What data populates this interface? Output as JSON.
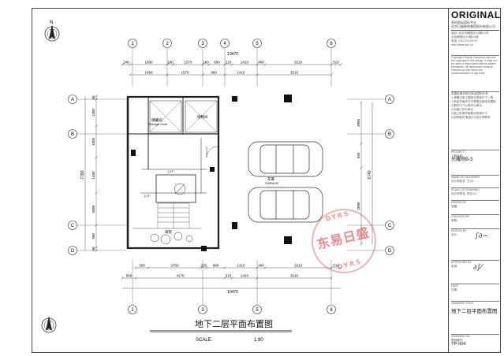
{
  "drawing": {
    "title": "地下二层平面布置图",
    "scale_label": "SCALE:",
    "scale_value": "1:90",
    "north_label": "N"
  },
  "axes": {
    "top_labels": [
      "1",
      "2",
      "3",
      "4",
      "5",
      "6"
    ],
    "bottom_labels": [
      "1",
      "3",
      "5",
      "6"
    ],
    "left_labels": [
      "A",
      "B",
      "C",
      "D"
    ],
    "right_labels": [
      "A",
      "B",
      "C",
      "D"
    ]
  },
  "dims": {
    "top_total": "10470",
    "top_row1": [
      "240",
      "1690",
      "180",
      "1570",
      "180",
      "890",
      "210",
      "1410",
      "400",
      "3210",
      "510"
    ],
    "top_row2": [
      "1690",
      "1570",
      "980",
      "1410",
      "3210"
    ],
    "bottom_row1": [
      "300",
      "2760",
      "230",
      "980",
      "1410",
      "400",
      "3210",
      "510"
    ],
    "bottom_row2": [
      "560",
      "4170",
      "210",
      "1410",
      "3210"
    ],
    "bottom_total": "10470",
    "left_col1": [
      "90",
      "1280",
      "1900",
      "1460",
      "2880",
      "900",
      "90"
    ],
    "left_total": "7780",
    "right_col1": [
      "3800",
      "940",
      "2880"
    ],
    "right_total": "6740"
  },
  "rooms": {
    "storage": "储藏间",
    "storage_en": "Storage room",
    "sundry": "杂物间",
    "garage": "车库",
    "garage_en": "GARAGE",
    "patio": "采院",
    "up1": "上1F",
    "up2": "上1F"
  },
  "title_block": {
    "logo": "ORIGINAL",
    "company_cn": "原创国际国际专业",
    "company_line": "北京日盛装饰集团股份有限公司",
    "address1": "地址: 北京市朝阳区XX路XX号",
    "address2": "北京朝阳区XX楼XX座",
    "tel": "电话: 010-XXXXXXX",
    "web": "http://www.xxx.cn",
    "notes_en": "Copyright:Original Overseas reserves the copyright of this design. It shall not be used or reproduced without written permission. All dimensions must be checked on site before the commencement of any work.",
    "notes_cn_title": "本图纸著作权归原创国际所有",
    "notes_items": [
      "1.请确认施工图纸与现场尺寸一致",
      "2.未经书面许可不得擅自使用本图纸",
      "3.图中尺寸以毫米为单位",
      "4.标高以米为单位",
      "5.施工前请仔细核对现场尺寸",
      "6.如有疑问请及时与设计师联系"
    ],
    "project_label": "PROJECT:",
    "project_name_label": "工程名称:",
    "project_name": "光耀府B-3",
    "designer_label": "NAME OF DESIGNER",
    "designer_name": "设计师姓名:",
    "designer_value": "王XX",
    "scale_label": "SCALE OF DRAWING",
    "scale_name": "设计师签名:",
    "scale_value": "签名XX",
    "drawn_label": "DRAWN BY",
    "drawn_name": "制图:",
    "check_label": "CHECKED BY",
    "check_name": "审核:",
    "design_label": "DESIGN BY",
    "design_name": "设计:",
    "approved_label": "APPROVED BY",
    "approved_name": "批准:",
    "date_label": "DATE",
    "date_name": "日期:",
    "drawing_title_label": "DRAWING TITLE:",
    "drawing_title": "地下二层平面布置图",
    "drawing_no_label": "DRAWING NO.",
    "drawing_no_name": "图纸编号:",
    "drawing_no": "YP-004"
  },
  "stamp": {
    "main": "东易日盛",
    "arc_top": "DYRS",
    "arc_bottom": "DYRS"
  }
}
